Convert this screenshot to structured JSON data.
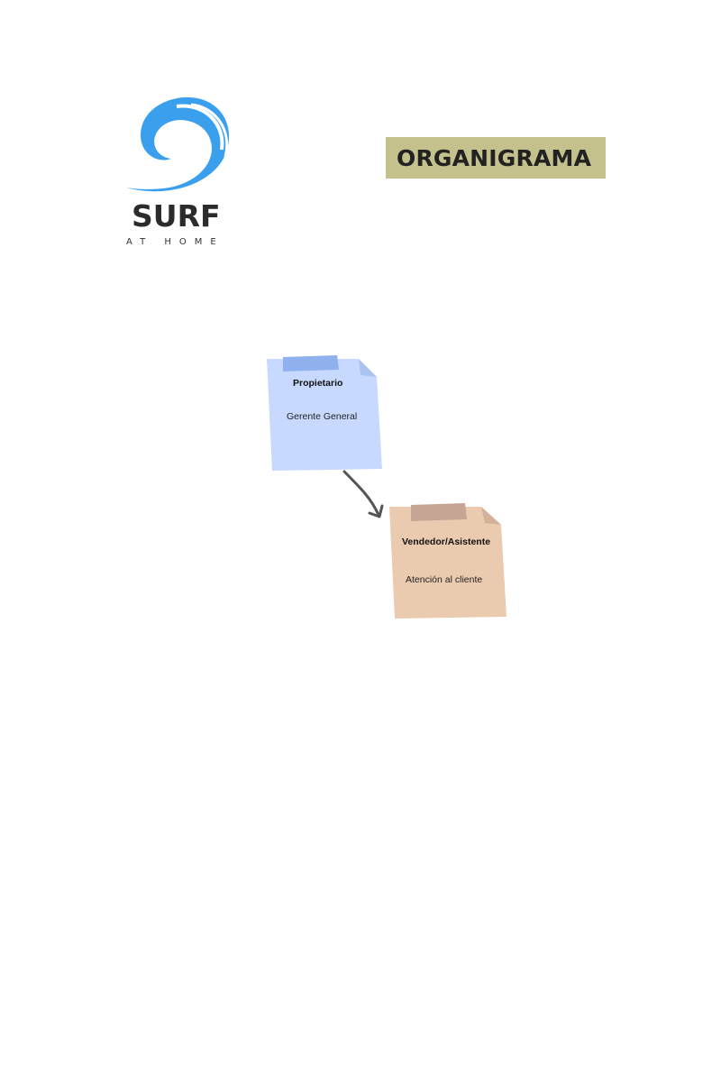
{
  "logo": {
    "brand": "SURF",
    "tagline": "AT HOME",
    "color": "#3aa0ee"
  },
  "title": "ORGANIGRAMA",
  "nodes": [
    {
      "title": "Propietario",
      "role": "Gerente General",
      "color": "#c7d9ff",
      "tape_color": "#91b1ee"
    },
    {
      "title": "Vendedor/Asistente",
      "role": "Atención al cliente",
      "color": "#ebcbb0",
      "tape_color": "#c6a594"
    }
  ],
  "edges": [
    {
      "from": "Propietario",
      "to": "Vendedor/Asistente"
    }
  ]
}
